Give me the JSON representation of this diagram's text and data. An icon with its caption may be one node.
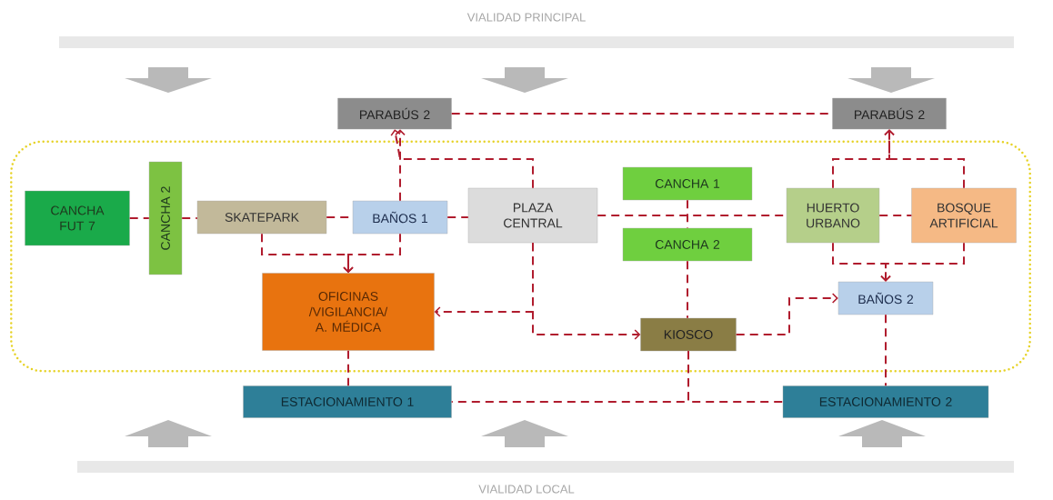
{
  "diagram": {
    "nodes": [
      {
        "text": [],
        "shape": "box"
      },
      {
        "text": [
          "PARABÚS 2"
        ]
      },
      {
        "text": [
          "PARABÚS 2"
        ]
      },
      {
        "text": [
          "CANCHA FUT 7"
        ],
        "in": 0
      },
      {
        "text": [
          "CANCHA 2"
        ],
        "in": 0
      },
      {
        "text": [
          "SKATEPARK"
        ],
        "in": 0
      },
      {
        "text": [
          "BAÑOS 1"
        ],
        "in": 0
      },
      {
        "text": [
          "PLAZA CENTRAL"
        ],
        "in": 0
      },
      {
        "text": [
          "CANCHA 1"
        ],
        "in": 0
      },
      {
        "text": [
          "CANCHA 2"
        ],
        "in": 0
      },
      {
        "text": [
          "HUERTO URBANO"
        ],
        "in": 0
      },
      {
        "text": [
          "BOSQUE ARTIFICIAL"
        ],
        "in": 0
      },
      {
        "text": [
          "OFICINAS /VIGILANCIA/ A. MÉDICA"
        ],
        "in": 0
      },
      {
        "text": [
          "KIOSCO"
        ],
        "in": 0
      },
      {
        "text": [
          "BAÑOS 2"
        ],
        "in": 0
      },
      {
        "text": [
          "ESTACIONAMIENTO 1"
        ]
      },
      {
        "text": [
          "ESTACIONAMIENTO 2"
        ]
      }
    ],
    "edges": [
      {
        "from": 3,
        "to": 4,
        "arrow": "none",
        "style": "dashed"
      },
      {
        "from": 4,
        "to": 5,
        "arrow": "none",
        "style": "dashed"
      },
      {
        "from": 5,
        "to": 6,
        "arrow": "none",
        "style": "dashed"
      },
      {
        "from": 6,
        "to": 7,
        "arrow": "none",
        "style": "dashed"
      },
      {
        "from": 7,
        "to": 10,
        "arrow": "none",
        "style": "dashed"
      },
      {
        "from": 10,
        "to": 11,
        "arrow": "none",
        "style": "dashed"
      },
      {
        "from": 1,
        "to": 2,
        "arrow": "none",
        "style": "dashed"
      },
      {
        "from": 6,
        "to": 1,
        "arrow": "to",
        "style": "dashed"
      },
      {
        "from": 7,
        "to": 1,
        "arrow": "to",
        "style": "dashed"
      },
      {
        "from": 5,
        "to": 12,
        "arrow": "to",
        "style": "dashed"
      },
      {
        "from": 6,
        "to": 12,
        "arrow": "to",
        "style": "dashed"
      },
      {
        "from": 10,
        "to": 2,
        "arrow": "to",
        "style": "dashed"
      },
      {
        "from": 11,
        "to": 2,
        "arrow": "to",
        "style": "dashed"
      },
      {
        "from": 10,
        "to": 14,
        "arrow": "to",
        "style": "dashed"
      },
      {
        "from": 11,
        "to": 14,
        "arrow": "to",
        "style": "dashed"
      },
      {
        "from": 7,
        "to": 12,
        "arrow": "to",
        "style": "dashed"
      },
      {
        "from": 7,
        "to": 13,
        "arrow": "to",
        "style": "dashed"
      },
      {
        "from": 8,
        "to": 9,
        "arrow": "none",
        "style": "dashed"
      },
      {
        "from": 9,
        "to": 13,
        "arrow": "none",
        "style": "dashed"
      },
      {
        "from": 13,
        "to": 14,
        "arrow": "to",
        "style": "dashed"
      },
      {
        "from": 12,
        "to": 15,
        "arrow": "none",
        "style": "dashed"
      },
      {
        "from": 14,
        "to": 16,
        "arrow": "none",
        "style": "dashed"
      },
      {
        "from": 13,
        "to": 15,
        "arrow": "none",
        "style": "dashed"
      },
      {
        "from": 13,
        "to": 16,
        "arrow": "none",
        "style": "dashed"
      }
    ],
    "labels": [
      "VIALIDAD PRINCIPAL",
      "VIALIDAD LOCAL"
    ]
  }
}
